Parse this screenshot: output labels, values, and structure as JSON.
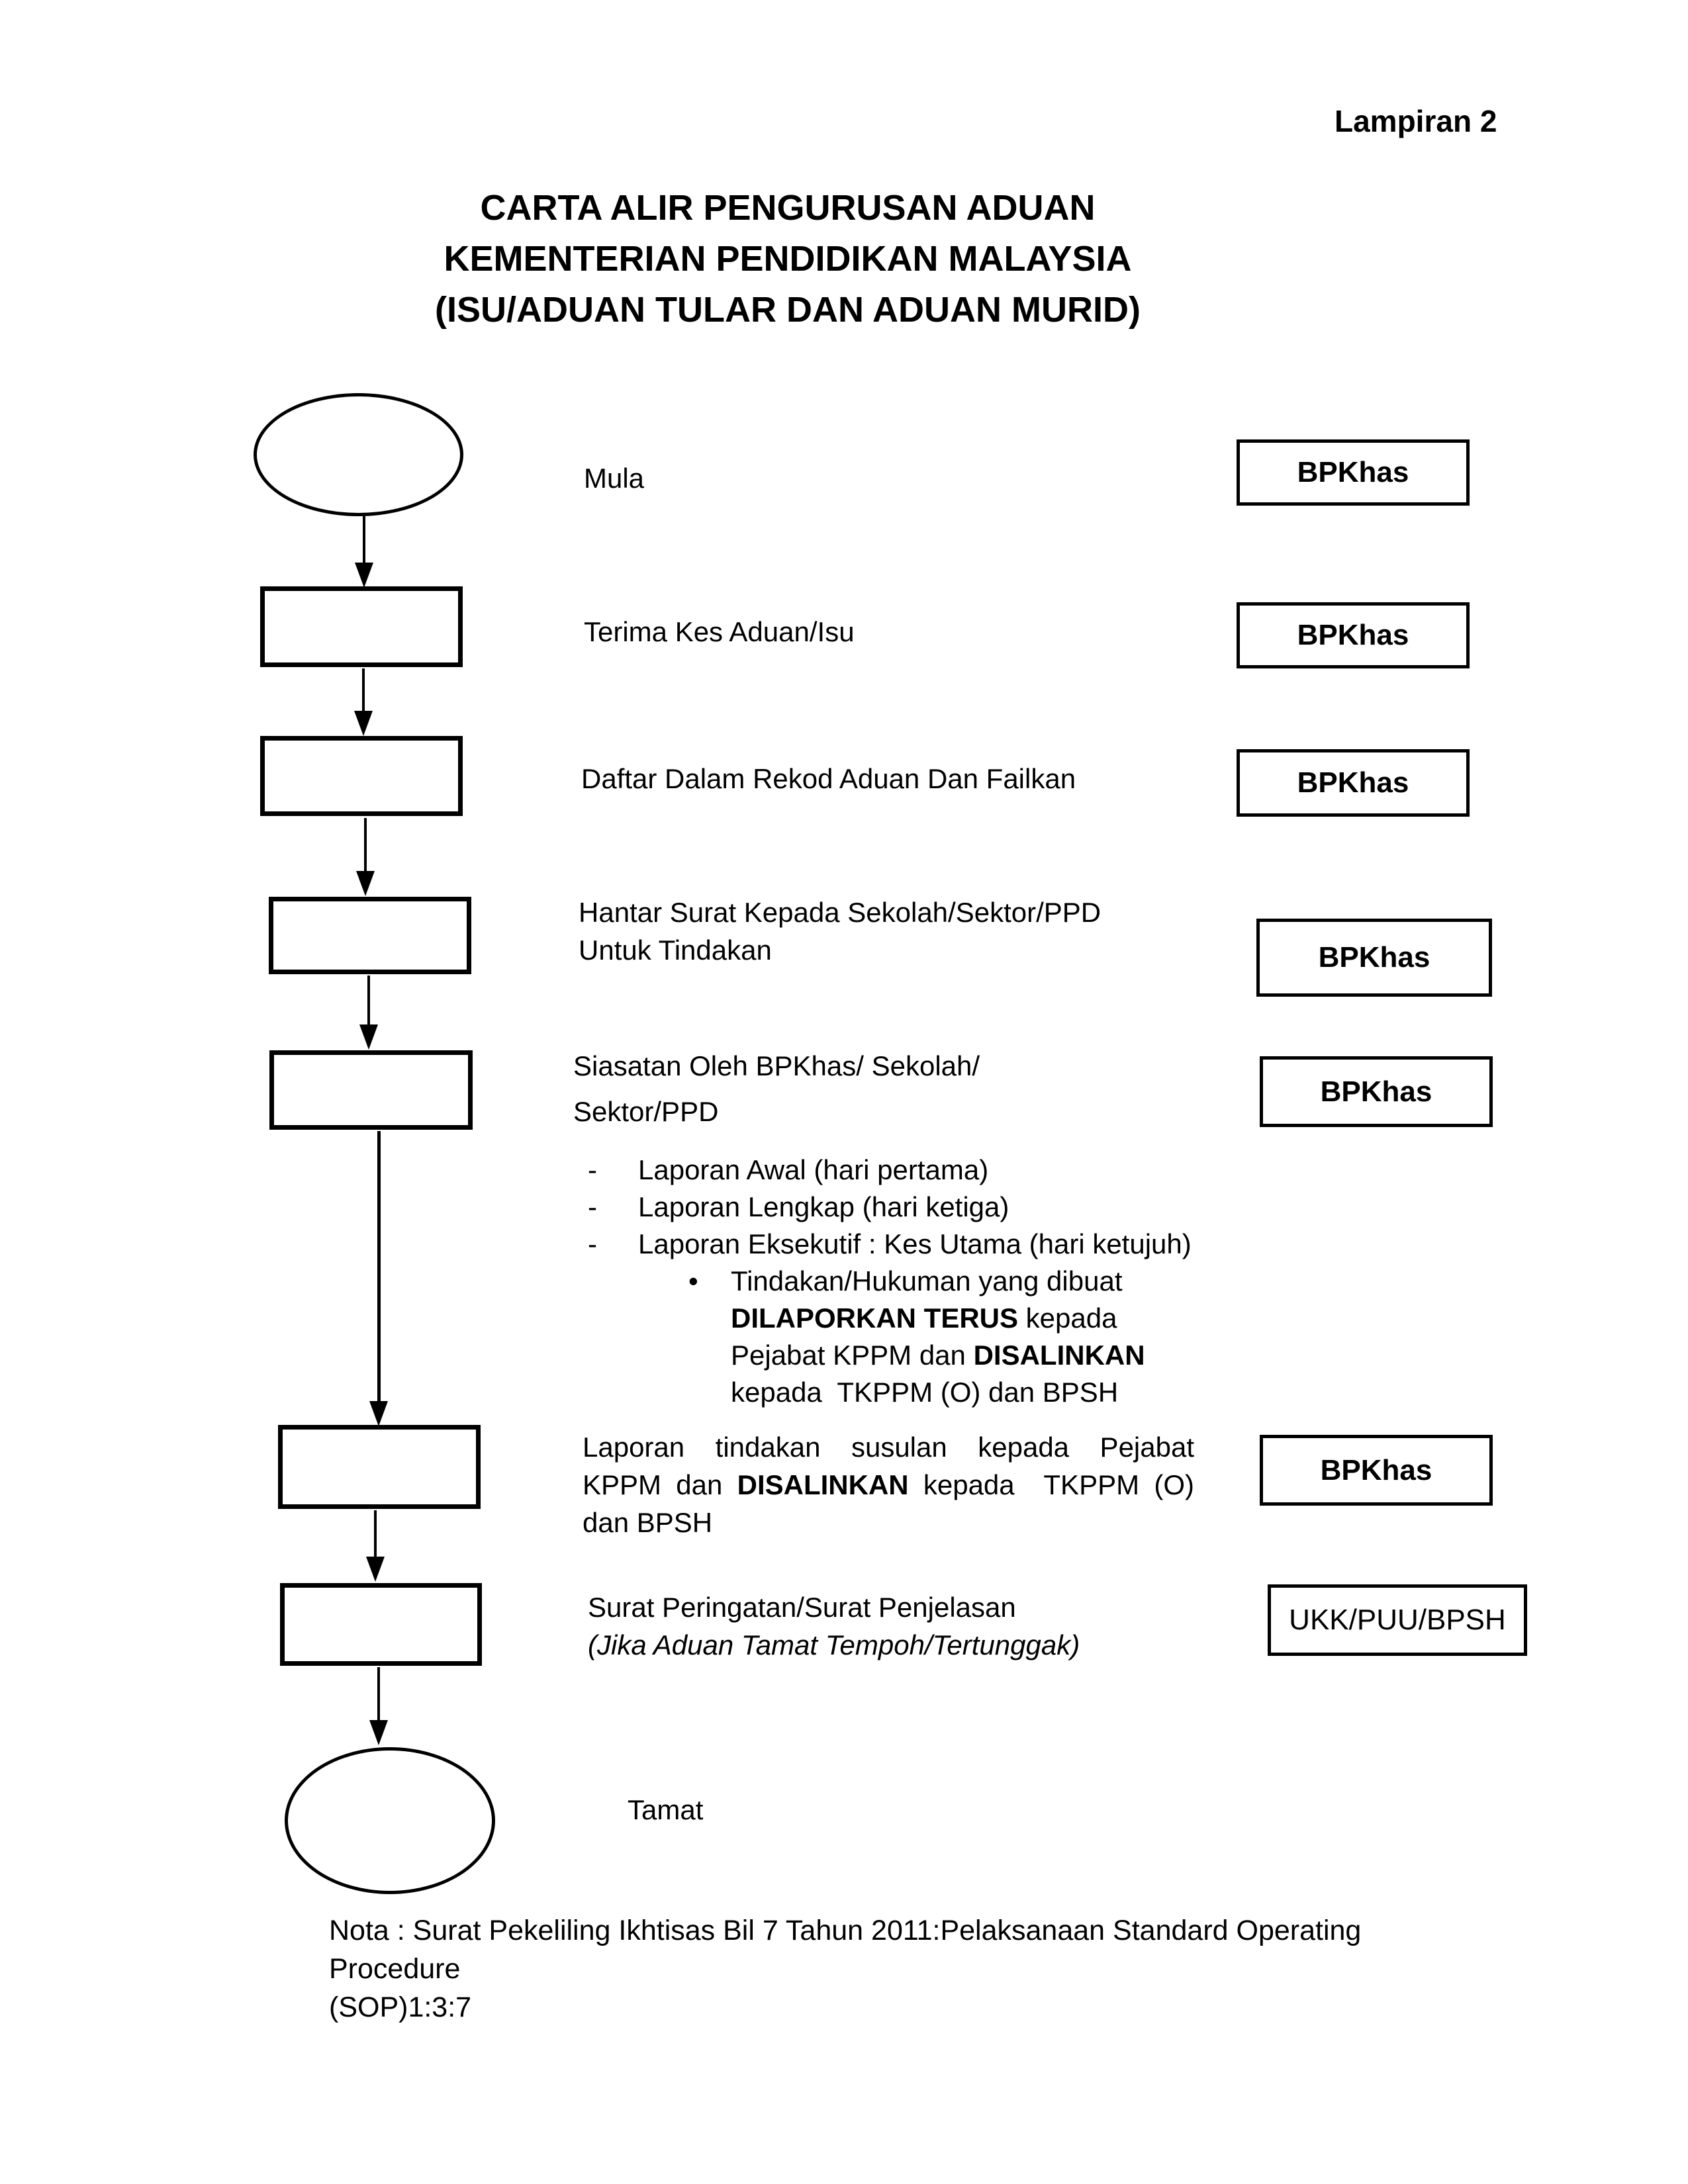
{
  "page": {
    "attachment_label": "Lampiran 2",
    "title_line1": "CARTA ALIR PENGURUSAN ADUAN",
    "title_line2": "KEMENTERIAN PENDIDIKAN MALAYSIA",
    "title_line3": "(ISU/ADUAN TULAR DAN ADUAN MURID)",
    "note_line1": "Nota : Surat Pekeliling Ikhtisas Bil 7 Tahun 2011:Pelaksanaan Standard Operating Procedure",
    "note_line2": "(SOP)1:3:7"
  },
  "flowchart": {
    "start_label": "Mula",
    "end_label": "Tamat",
    "steps": {
      "terima_label": "Terima Kes Aduan/Isu",
      "daftar_label": "Daftar Dalam Rekod Aduan Dan Failkan",
      "hantar_line1": "Hantar Surat Kepada Sekolah/Sektor/PPD",
      "hantar_line2": "Untuk Tindakan",
      "siasatan_line1": "Siasatan Oleh BPKhas/ Sekolah/",
      "siasatan_line2": "Sektor/PPD",
      "surat_line1": "Surat Peringatan/Surat Penjelasan",
      "surat_line2": "(Jika Aduan Tamat Tempoh/Tertunggak)"
    },
    "siasatan_details": {
      "dash_marker": "-",
      "bullet_marker": "•",
      "dash_items": [
        "Laporan Awal (hari pertama)",
        "Laporan Lengkap (hari ketiga)",
        "Laporan Eksekutif : Kes Utama (hari ketujuh)"
      ],
      "bullet_lines": [
        [
          {
            "t": "Tindakan/Hukuman yang dibuat"
          }
        ],
        [
          {
            "t": "DILAPORKAN TERUS",
            "b": true
          },
          {
            "t": " kepada"
          }
        ],
        [
          {
            "t": "Pejabat KPPM dan "
          },
          {
            "t": "DISALINKAN",
            "b": true
          }
        ],
        [
          {
            "t": "kepada  TKPPM (O) dan BPSH"
          }
        ]
      ]
    },
    "laporan_paragraph_lines": [
      [
        {
          "t": "Laporan tindakan susulan kepada Pejabat"
        }
      ],
      [
        {
          "t": "KPPM dan "
        },
        {
          "t": "DISALINKAN",
          "b": true
        },
        {
          "t": " kepada  TKPPM (O)"
        }
      ],
      [
        {
          "t": "dan BPSH"
        }
      ]
    ],
    "responsible_boxes": [
      {
        "label": "BPKhas"
      },
      {
        "label": "BPKhas"
      },
      {
        "label": "BPKhas"
      },
      {
        "label": "BPKhas"
      },
      {
        "label": "BPKhas"
      },
      {
        "label": "BPKhas"
      },
      {
        "label": "UKK/PUU/BPSH"
      }
    ]
  }
}
